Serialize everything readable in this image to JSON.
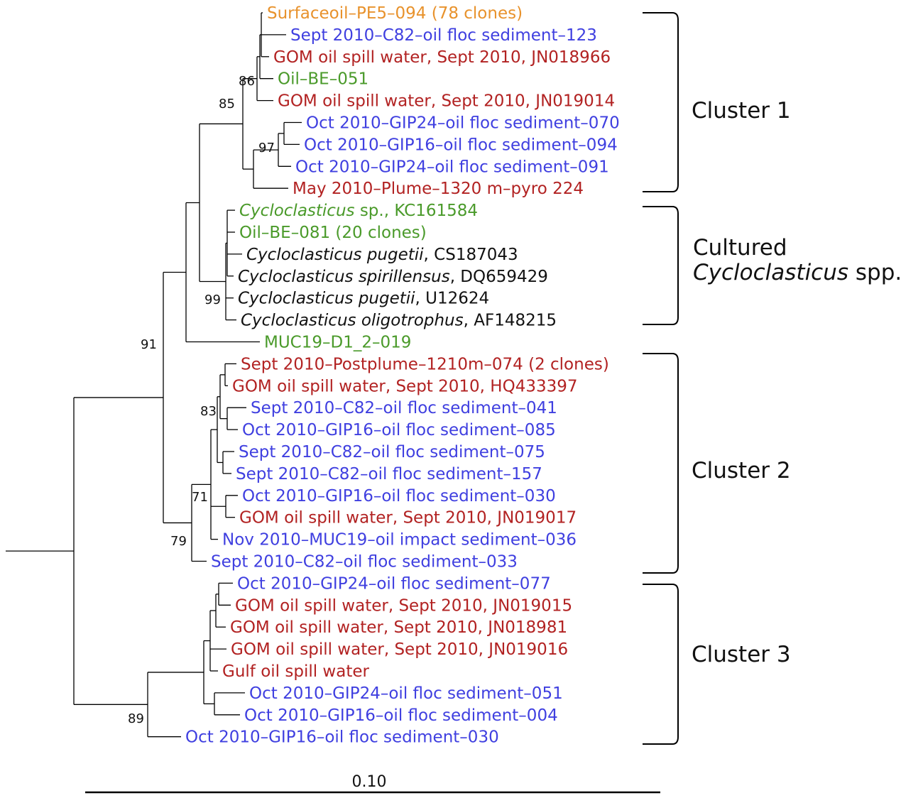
{
  "colors": {
    "blue": "#3f3fe0",
    "red": "#b22222",
    "green": "#4a9a2a",
    "orange": "#e8922c",
    "black": "#111111"
  },
  "taxa": [
    {
      "parts": [
        {
          "t": "Surfaceoil–PE5–094 (78 clones)"
        }
      ],
      "color": "orange"
    },
    {
      "parts": [
        {
          "t": "Sept 2010–C82–oil floc sediment–123"
        }
      ],
      "color": "blue"
    },
    {
      "parts": [
        {
          "t": "GOM oil spill water, Sept 2010, JN018966"
        }
      ],
      "color": "red"
    },
    {
      "parts": [
        {
          "t": "Oil–BE–051"
        }
      ],
      "color": "green"
    },
    {
      "parts": [
        {
          "t": "GOM oil spill water, Sept 2010, JN019014"
        }
      ],
      "color": "red"
    },
    {
      "parts": [
        {
          "t": "Oct 2010–GIP24–oil floc sediment–070"
        }
      ],
      "color": "blue"
    },
    {
      "parts": [
        {
          "t": "Oct 2010–GIP16–oil floc sediment–094"
        }
      ],
      "color": "blue"
    },
    {
      "parts": [
        {
          "t": "Oct 2010–GIP24–oil floc sediment–091"
        }
      ],
      "color": "blue"
    },
    {
      "parts": [
        {
          "t": "May 2010–Plume–1320 m–pyro 224"
        }
      ],
      "color": "red"
    },
    {
      "parts": [
        {
          "t": "Cycloclasticus",
          "i": true
        },
        {
          "t": " sp., KC161584"
        }
      ],
      "color": "green"
    },
    {
      "parts": [
        {
          "t": "Oil–BE–081 (20 clones)"
        }
      ],
      "color": "green"
    },
    {
      "parts": [
        {
          "t": "Cycloclasticus pugetii",
          "i": true
        },
        {
          "t": ", CS187043"
        }
      ],
      "color": "black"
    },
    {
      "parts": [
        {
          "t": "Cycloclasticus spirillensus",
          "i": true
        },
        {
          "t": ", DQ659429"
        }
      ],
      "color": "black"
    },
    {
      "parts": [
        {
          "t": "Cycloclasticus pugetii",
          "i": true
        },
        {
          "t": ", U12624"
        }
      ],
      "color": "black"
    },
    {
      "parts": [
        {
          "t": "Cycloclasticus oligotrophus",
          "i": true
        },
        {
          "t": ", AF148215"
        }
      ],
      "color": "black"
    },
    {
      "parts": [
        {
          "t": "MUC19–D1_2–019"
        }
      ],
      "color": "green"
    },
    {
      "parts": [
        {
          "t": "Sept 2010–Postplume–1210m–074 (2 clones)"
        }
      ],
      "color": "red"
    },
    {
      "parts": [
        {
          "t": "GOM oil spill water, Sept 2010, HQ433397"
        }
      ],
      "color": "red"
    },
    {
      "parts": [
        {
          "t": "Sept 2010–C82–oil floc sediment–041"
        }
      ],
      "color": "blue"
    },
    {
      "parts": [
        {
          "t": "Oct 2010–GIP16–oil floc sediment–085"
        }
      ],
      "color": "blue"
    },
    {
      "parts": [
        {
          "t": "Sept 2010–C82–oil floc sediment–075"
        }
      ],
      "color": "blue"
    },
    {
      "parts": [
        {
          "t": "Sept 2010–C82–oil floc sediment–157"
        }
      ],
      "color": "blue"
    },
    {
      "parts": [
        {
          "t": "Oct 2010–GIP16–oil floc sediment–030"
        }
      ],
      "color": "blue"
    },
    {
      "parts": [
        {
          "t": "GOM oil spill water, Sept 2010, JN019017"
        }
      ],
      "color": "red"
    },
    {
      "parts": [
        {
          "t": "Nov 2010–MUC19–oil impact sediment–036"
        }
      ],
      "color": "blue"
    },
    {
      "parts": [
        {
          "t": "Sept 2010–C82–oil floc sediment–033"
        }
      ],
      "color": "blue"
    },
    {
      "parts": [
        {
          "t": "Oct 2010–GIP24–oil floc sediment–077"
        }
      ],
      "color": "blue"
    },
    {
      "parts": [
        {
          "t": "GOM oil spill water, Sept 2010, JN019015"
        }
      ],
      "color": "red"
    },
    {
      "parts": [
        {
          "t": "GOM oil spill water, Sept 2010, JN018981"
        }
      ],
      "color": "red"
    },
    {
      "parts": [
        {
          "t": "GOM oil spill water, Sept 2010, JN019016"
        }
      ],
      "color": "red"
    },
    {
      "parts": [
        {
          "t": "Gulf oil spill water"
        }
      ],
      "color": "red"
    },
    {
      "parts": [
        {
          "t": "Oct 2010–GIP24–oil floc sediment–051"
        }
      ],
      "color": "blue"
    },
    {
      "parts": [
        {
          "t": "Oct 2010–GIP16–oil floc sediment–004"
        }
      ],
      "color": "blue"
    },
    {
      "parts": [
        {
          "t": "Oct 2010–GIP16–oil floc sediment–030"
        }
      ],
      "color": "blue"
    }
  ],
  "bootstrap": [
    "86",
    "85",
    "97",
    "99",
    "91",
    "83",
    "71",
    "79",
    "89"
  ],
  "clusters": [
    {
      "lines": [
        [
          {
            "t": "Cluster 1"
          }
        ]
      ]
    },
    {
      "lines": [
        [
          {
            "t": "Cultured"
          }
        ],
        [
          {
            "t": "Cycloclasticus",
            "i": true
          },
          {
            "t": " spp."
          }
        ]
      ]
    },
    {
      "lines": [
        [
          {
            "t": "Cluster 2"
          }
        ]
      ]
    },
    {
      "lines": [
        [
          {
            "t": "Cluster 3"
          }
        ]
      ]
    }
  ],
  "scale_bar": {
    "label": "0.10"
  }
}
